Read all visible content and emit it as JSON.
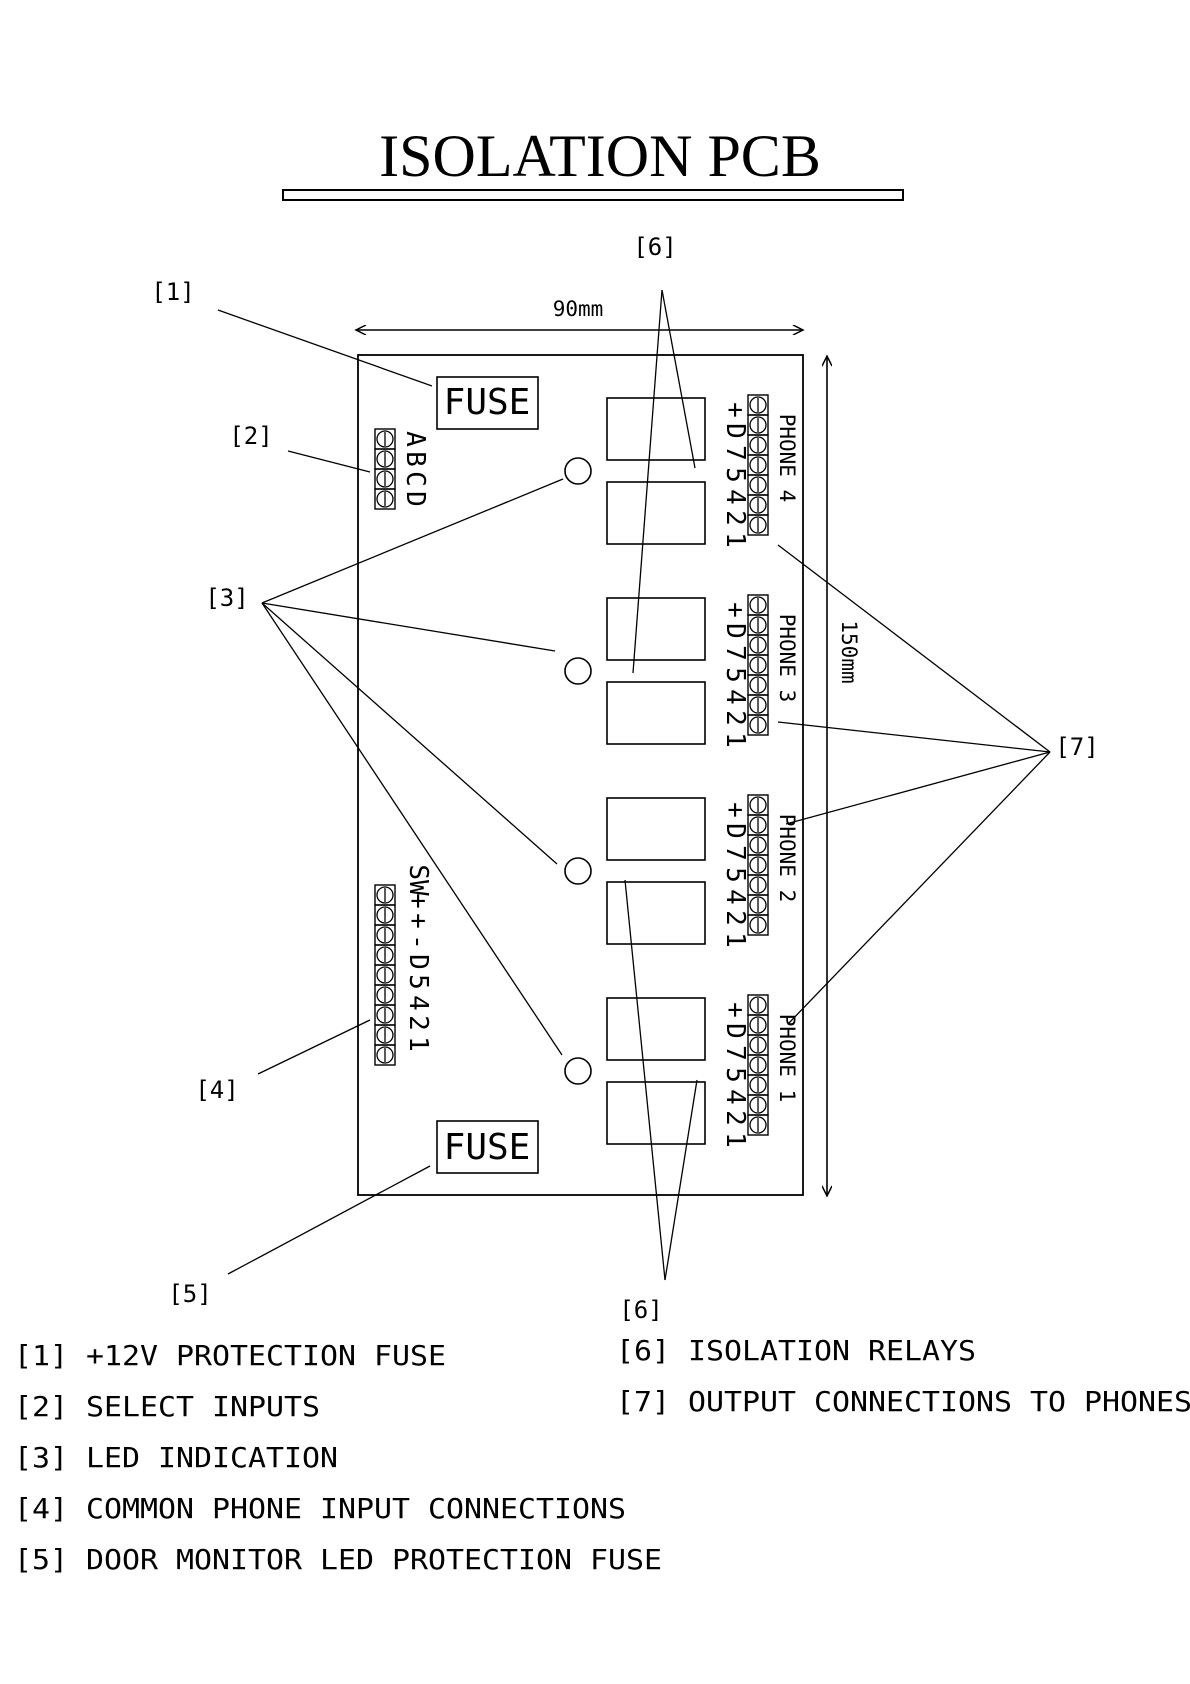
{
  "title": "ISOLATION PCB",
  "dimensions": {
    "width_label": "90mm",
    "height_label": "150mm"
  },
  "board": {
    "fuse_top": "FUSE",
    "fuse_bottom": "FUSE",
    "select_pins": [
      "A",
      "B",
      "C",
      "D"
    ],
    "common_pins": [
      "SW",
      "+",
      "+",
      "-",
      "D",
      "5",
      "4",
      "2",
      "1"
    ],
    "phone_pins": [
      "+",
      "D",
      "7",
      "5",
      "4",
      "2",
      "1"
    ],
    "phones": [
      {
        "label": "PHONE 4"
      },
      {
        "label": "PHONE 3"
      },
      {
        "label": "PHONE 2"
      },
      {
        "label": "PHONE 1"
      }
    ]
  },
  "callouts": {
    "c1": "[1]",
    "c2": "[2]",
    "c3": "[3]",
    "c4": "[4]",
    "c5": "[5]",
    "c6_top": "[6]",
    "c6_bottom": "[6]",
    "c7": "[7]"
  },
  "legend": {
    "left": [
      "[1] +12V PROTECTION FUSE",
      "[2] SELECT INPUTS",
      "[3] LED INDICATION",
      "[4] COMMON PHONE INPUT CONNECTIONS",
      "[5] DOOR MONITOR LED PROTECTION FUSE"
    ],
    "right": [
      "[6] ISOLATION RELAYS",
      "[7] OUTPUT CONNECTIONS TO PHONES"
    ]
  }
}
